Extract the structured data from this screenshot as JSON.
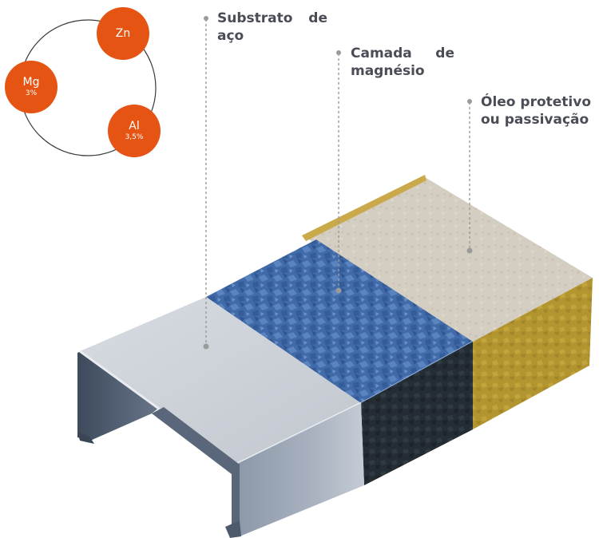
{
  "composition": [
    {
      "symbol": "Zn",
      "percent": ""
    },
    {
      "symbol": "Mg",
      "percent": "3%"
    },
    {
      "symbol": "Al",
      "percent": "3,5%"
    }
  ],
  "labels": {
    "substrate": {
      "line1": "Substrato de",
      "line2": "aço"
    },
    "magnesium": {
      "line1": "Camada de",
      "line2": "magnésio"
    },
    "oil": {
      "line1": "Óleo protetivo",
      "line2": "ou passivação"
    }
  },
  "colors": {
    "accent": "#e55413",
    "label_text": "#4a4d55",
    "leader": "#9a9a9a",
    "steel": "#c9cdd4",
    "steel_dark": "#2f3b4c",
    "magnesium_layer": "#3f68a8",
    "magnesium_side": "#262f37",
    "oil_layer": "#d6cfc4",
    "oil_side": "#b4962f"
  }
}
